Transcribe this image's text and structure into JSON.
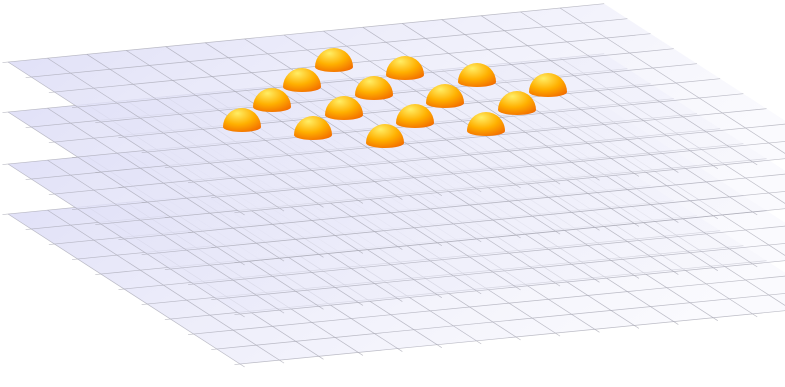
{
  "scene": {
    "layer_count": 4,
    "grid_columns": 14,
    "grid_rows": 10,
    "hemisphere_count": 15,
    "colors": {
      "background": "#ffffff",
      "plane_fill_near": "#dcdcf6",
      "plane_fill_far": "#f4f4fc",
      "grid_line": "#a7a7b3",
      "sphere_highlight": "#ffee66",
      "sphere_mid": "#ffb000",
      "sphere_dark": "#f06000"
    },
    "icons": {
      "layer": "translucent-grid-plane-icon",
      "particle": "orange-hemisphere-icon"
    }
  }
}
